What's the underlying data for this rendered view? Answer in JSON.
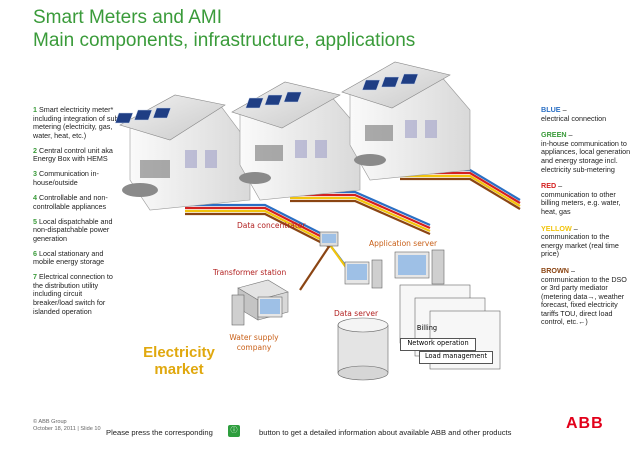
{
  "title": {
    "line1": "Smart Meters and AMI",
    "line2": "Main components, infrastructure, applications"
  },
  "left_items": [
    {
      "num": "1",
      "text": "Smart electricity meter* including integration of sub-metering (electricity, gas, water, heat, etc.)"
    },
    {
      "num": "2",
      "text": "Central control unit aka Energy Box with HEMS"
    },
    {
      "num": "3",
      "text": "Communication in-house/outside"
    },
    {
      "num": "4",
      "text": "Controllable and non-controllable appliances"
    },
    {
      "num": "5",
      "text": "Local dispatchable and non-dispatchable power generation"
    },
    {
      "num": "6",
      "text": "Local stationary and mobile energy storage"
    },
    {
      "num": "7",
      "text": "Electrical connection to the distribution utility including circuit breaker/load switch for islanded operation"
    }
  ],
  "legend": [
    {
      "color_name": "BLUE",
      "dash": " –",
      "text": "electrical connection",
      "color": "#2a6fc4"
    },
    {
      "color_name": "GREEN",
      "dash": " –",
      "text": "in-house communication to appliances, local generation and energy storage incl. electricity sub-metering",
      "color": "#3a9b3a"
    },
    {
      "color_name": "RED",
      "dash": " –",
      "text": "communication to other billing meters, e.g. water, heat, gas",
      "color": "#d42020"
    },
    {
      "color_name": "YELLOW",
      "dash": " –",
      "text": "communication to the energy market (real time price)",
      "color": "#f2c40c"
    },
    {
      "color_name": "BROWN",
      "dash": " –",
      "text": "communication to the DSO or 3rd party mediator (metering data→, weather forecast, fixed electricity tariffs TOU, direct load control, etc.←)",
      "color": "#8b4513"
    }
  ],
  "diagram": {
    "data_concentrator": "Data concentrator",
    "application_server": "Application server",
    "transformer_station": "Transformer station",
    "data_server": "Data server",
    "water_supply": "Water supply company",
    "electricity_market": "Electricity market",
    "billing": "Billing",
    "network_operation": "Network operation",
    "load_management": "Load management"
  },
  "footer": {
    "company": "© ABB Group",
    "date_slide": "October 18, 2011 | Slide 10",
    "note_before": "Please press the corresponding",
    "note_after": "button to get a detailed information about available ABB and other products",
    "button_icon": "info-button-icon",
    "logo": "ABB"
  }
}
